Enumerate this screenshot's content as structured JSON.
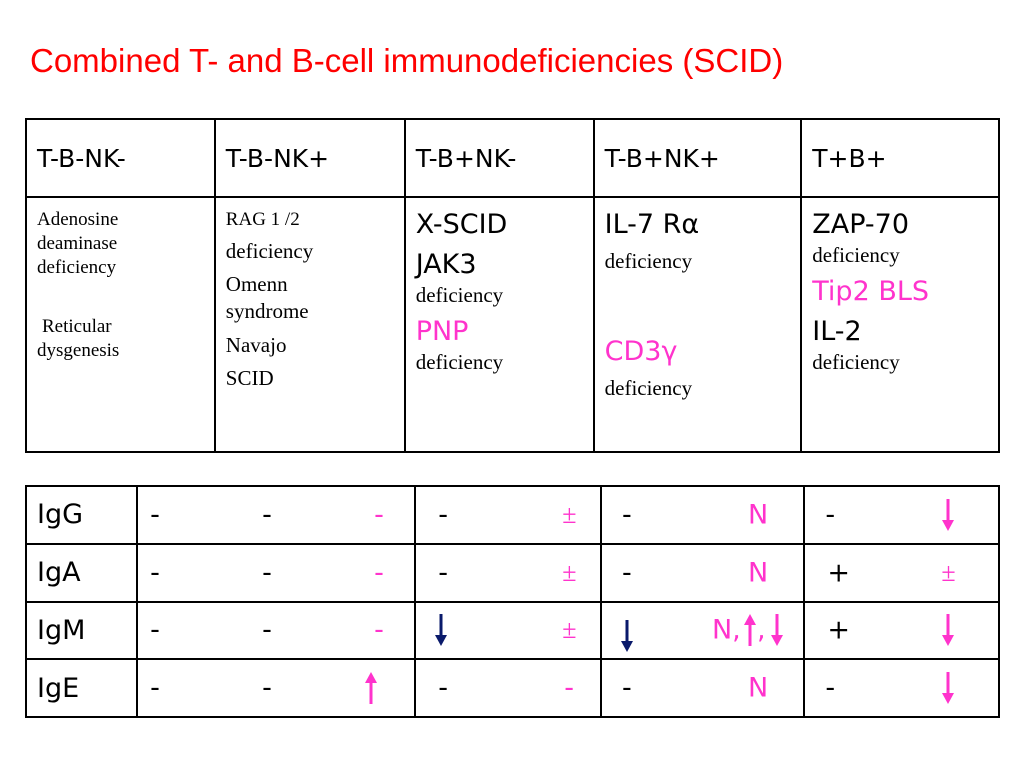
{
  "title": "Combined T- and B-cell immunodeficiencies (SCID)",
  "colors": {
    "title": "#ff0000",
    "pink": "#ff33cc",
    "dark_blue": "#0a1a6b",
    "text": "#000000"
  },
  "headers": [
    "T-B-NK-",
    "T-B-NK+",
    "T-B+NK-",
    "T-B+NK+",
    "T+B+"
  ],
  "col1": {
    "line1": "Adenosine",
    "line2": "deaminase",
    "line3": "deficiency",
    "line4": "Reticular",
    "line5": "dysgenesis"
  },
  "col2": {
    "line1": "RAG 1 /2",
    "line2": "deficiency",
    "line3": "Omenn",
    "line4": "syndrome",
    "line5": "Navajo",
    "line6": "SCID"
  },
  "col3": {
    "line1": "X-SCID",
    "line2": "JAK3",
    "line3": "deficiency",
    "line4": "PNP",
    "line5": "deficiency"
  },
  "col4": {
    "line1": "IL-7 Rα",
    "line2": "deficiency",
    "line3": "CD3γ",
    "line4": "deficiency"
  },
  "col5": {
    "line1": "ZAP-70",
    "line2": "deficiency",
    "line3": "Tip2 BLS",
    "line4": "IL-2",
    "line5": "deficiency"
  },
  "ig_rows": [
    {
      "label": "IgG",
      "marks": [
        "-",
        "-",
        "-",
        "-",
        "±",
        "-",
        "N",
        "-"
      ]
    },
    {
      "label": "IgA",
      "marks": [
        "-",
        "-",
        "-",
        "-",
        "±",
        "-",
        "N",
        "+",
        "±"
      ]
    },
    {
      "label": "IgM",
      "marks": [
        "-",
        "-",
        "-",
        "±",
        "N,",
        ",",
        "+"
      ]
    },
    {
      "label": "IgE",
      "marks": [
        "-",
        "-",
        "-",
        "-",
        "-",
        "N",
        "-"
      ]
    }
  ],
  "icons": {
    "down": "arrow-down-icon",
    "up": "arrow-up-icon"
  }
}
